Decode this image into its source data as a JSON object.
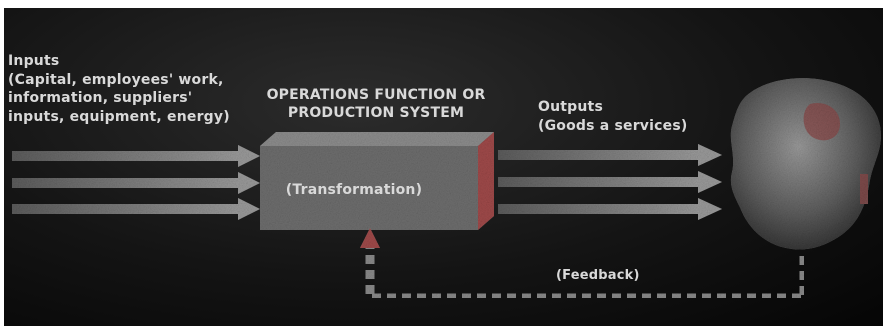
{
  "inputs": {
    "heading": "Inputs",
    "lines": [
      "(Capital, employees' work,",
      "information, suppliers'",
      "inputs, equipment, energy)"
    ]
  },
  "operations": {
    "title_line1": "OPERATIONS FUNCTION OR",
    "title_line2": "PRODUCTION SYSTEM",
    "center_label": "(Transformation)"
  },
  "outputs": {
    "heading": "Outputs",
    "detail": "(Goods a services)"
  },
  "feedback": {
    "label": "(Feedback)"
  },
  "colors": {
    "background": "#141414",
    "text": "#d9d9d9",
    "arrow": "#8a8a8a",
    "box_front": "#6e6e6e",
    "box_top": "#8d8d8d",
    "box_side": "#a04a4a",
    "globe": "#5a5a5a"
  }
}
